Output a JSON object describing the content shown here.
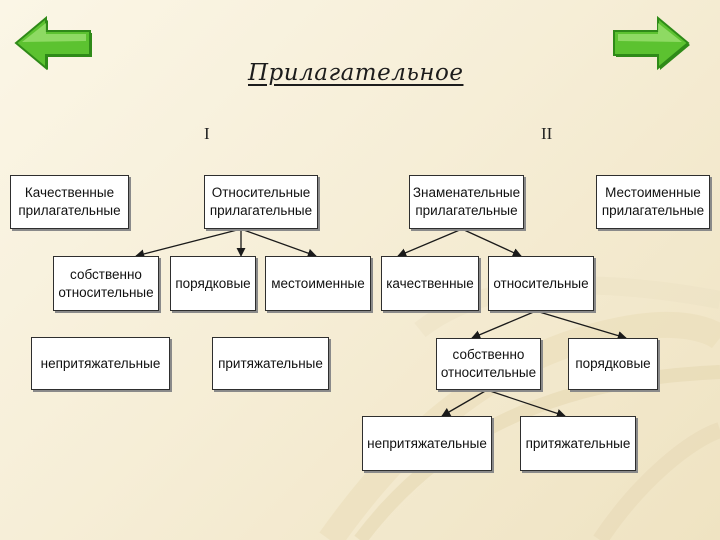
{
  "title": "Прилагательное",
  "branches": {
    "first": "I",
    "second": "II"
  },
  "boxes": {
    "kachestvennye_prilag": "Качественные\nприлагательные",
    "otnositelnye_prilag": "Относительные\nприлагательные",
    "znamenatelnye_prilag": "Знаменательные\nприлагательные",
    "mestoimennye_prilag": "Местоименные\nприлагательные",
    "sobstvenno_otnos_1": "собственно\nотносительные",
    "poryadkovye_1": "порядковые",
    "mestoimennye": "местоименные",
    "kachestvennye": "качественные",
    "otnositelnye": "относительные",
    "neprityazhatelnye_1": "непритяжательные",
    "prityazhatelnye_1": "притяжательные",
    "sobstvenno_otnos_2": "собственно\nотносительные",
    "poryadkovye_2": "порядковые",
    "neprityazhatelnye_2": "непритяжательные",
    "prityazhatelnye_2": "притяжательные"
  },
  "colors": {
    "nav_green": "#5cc230",
    "nav_green_dark": "#2f8a18",
    "background": "#f6eed7",
    "connector": "#1a1a1a"
  },
  "icons": {
    "back": "arrow-left-icon",
    "forward": "arrow-right-icon"
  }
}
